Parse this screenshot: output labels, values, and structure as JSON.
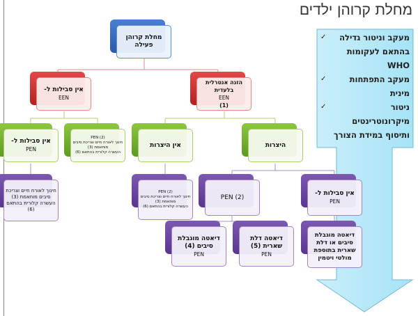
{
  "title": "מחלת קרוהן ילדים",
  "callout": {
    "items": [
      "מעקב וניטור גדילה בהתאם לעקומות WHO",
      "מעקב התפתחות מינית",
      "ניטור מיקרונוטרינטים ותיסוף במידת הצורך"
    ],
    "check": "✓"
  },
  "nodes": {
    "root": {
      "text": "מחלת קרוהן פעילה"
    },
    "een_no": {
      "text": "אין סבילות ל-",
      "sub": "EEN"
    },
    "een": {
      "text": "הזנה אנטרלית בלעדית",
      "sub": "EEN",
      "num": "(1)"
    },
    "pen_no": {
      "text": "אין סבילות ל-",
      "sub": "PEN"
    },
    "pen2_a": {
      "head": "PEN (2)",
      "l1": "חינוך לאורח חיים וצריכת סיבים מותאמת (3)",
      "l2": "העשרה קלורית בהתאם (6)"
    },
    "no_stricture": {
      "text": "אין היצרות"
    },
    "stricture": {
      "text": "היצרות"
    },
    "education": {
      "l1": "חינוך לאורח חיים וצריכת סיבים מותאמת (3)",
      "l2": "העשרה קלורית בהתאם (6)"
    },
    "pen2_b": {
      "head": "PEN (2)",
      "l1": "חינוך לאורח חיים וצריכת סיבים מותאמת (3)",
      "l2": "העשרה קלורית בהתאם (6)"
    },
    "pen2_c": {
      "text": "PEN (2)"
    },
    "pen_no_2": {
      "text": "אין סבילות ל-",
      "sub": "PEN"
    },
    "fiber": {
      "text": "דיאטה מוגבלת סיבים (4)",
      "sub": "PEN"
    },
    "residue": {
      "text": "דיאטה דלת שארית (5)",
      "sub": "PEN"
    },
    "multi": {
      "text": "דיאטה מוגבלת סיבים או דלת שארית בתוספת מולטי ויטמין"
    }
  }
}
